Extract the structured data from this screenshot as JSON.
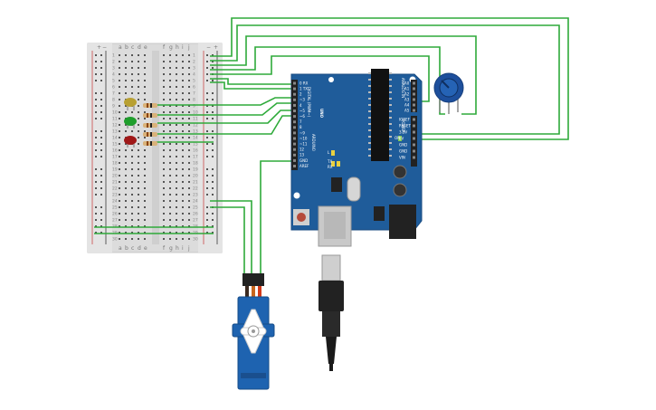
{
  "breadboard": {
    "columns_left": [
      "a",
      "b",
      "c",
      "d",
      "e"
    ],
    "columns_right": [
      "f",
      "g",
      "h",
      "i",
      "j"
    ],
    "rail_plus": "+",
    "rail_minus": "−",
    "row_numbers": [
      "1",
      "2",
      "3",
      "4",
      "5",
      "6",
      "7",
      "8",
      "9",
      "10",
      "11",
      "12",
      "13",
      "14",
      "15",
      "16",
      "17",
      "18",
      "19",
      "20",
      "21",
      "22",
      "23",
      "24",
      "25",
      "26",
      "27",
      "28",
      "29",
      "30"
    ]
  },
  "arduino": {
    "board_name": "UNO",
    "logo": "ARDUINO",
    "digital_label": "DIGITAL (PWM~)",
    "analog_label": "ANALOG IN",
    "power_label": "POWER",
    "tx_label": "TX",
    "rx_label": "RX",
    "l_label": "L",
    "on_label": "ON",
    "digital_pins": [
      "0 RX",
      "1 TX",
      "2",
      "~3",
      "4",
      "~5",
      "~6",
      "7",
      "8",
      "~9",
      "~10",
      "~11",
      "12",
      "13",
      "GND",
      "AREF"
    ],
    "analog_pins": [
      "A0",
      "A1",
      "A2",
      "A3",
      "A4",
      "A5"
    ],
    "power_pins": [
      "IOREF",
      "RESET",
      "3.3V",
      "5V",
      "GND",
      "GND",
      "VIN"
    ]
  },
  "components": {
    "leds": [
      {
        "name": "yellow-led",
        "color": "#b8a032"
      },
      {
        "name": "green-led",
        "color": "#1f9e2c"
      },
      {
        "name": "red-led",
        "color": "#a01818"
      }
    ],
    "potentiometer_color": "#1d4f9c",
    "servo_color": "#1e63b0"
  },
  "colors": {
    "wire": "#2eaa3a",
    "board": "#1f5c9a",
    "breadboard": "#dcdcdc"
  }
}
